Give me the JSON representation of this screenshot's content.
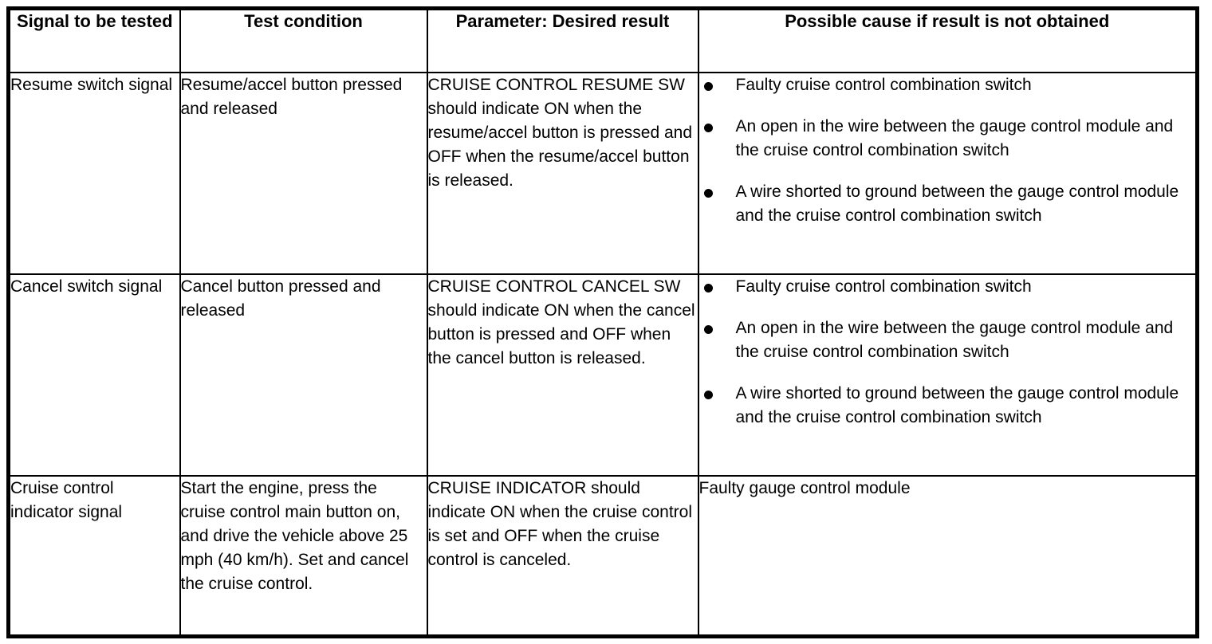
{
  "table": {
    "columns": [
      {
        "id": "signal",
        "label": "Signal to be tested"
      },
      {
        "id": "condition",
        "label": "Test condition"
      },
      {
        "id": "parameter",
        "label": "Parameter: Desired result"
      },
      {
        "id": "cause",
        "label": "Possible cause if result is not obtained"
      }
    ],
    "rows": [
      {
        "signal": "Resume switch signal",
        "condition": "Resume/accel button pressed and released",
        "parameter": "CRUISE CONTROL RESUME SW should indicate ON when the resume/accel button is pressed and OFF when the resume/accel button is released.",
        "cause_type": "bullets",
        "causes": [
          "Faulty cruise control combination switch",
          "An open in the wire between the gauge control module and the cruise control combination switch",
          "A wire shorted to ground between the gauge control module and the cruise control combination switch"
        ]
      },
      {
        "signal": "Cancel switch signal",
        "condition": "Cancel button pressed and released",
        "parameter": "CRUISE CONTROL CANCEL SW should indicate ON when the cancel button is pressed and OFF when the cancel button is released.",
        "cause_type": "bullets",
        "causes": [
          "Faulty cruise control combination switch",
          "An open in the wire between the gauge control module and the cruise control combination switch",
          "A wire shorted to ground between the gauge control module and the cruise control combination switch"
        ]
      },
      {
        "signal": "Cruise control indicator signal",
        "condition": "Start the engine, press the cruise control main button on, and drive the vehicle above 25 mph (40 km/h). Set and cancel the cruise control.",
        "parameter": "CRUISE INDICATOR should indicate ON when the cruise control is set and OFF when the cruise control is canceled.",
        "cause_type": "plain",
        "causes": [
          "Faulty gauge control module"
        ]
      }
    ]
  },
  "colors": {
    "border": "#000000",
    "text": "#000000",
    "background": "#ffffff"
  }
}
